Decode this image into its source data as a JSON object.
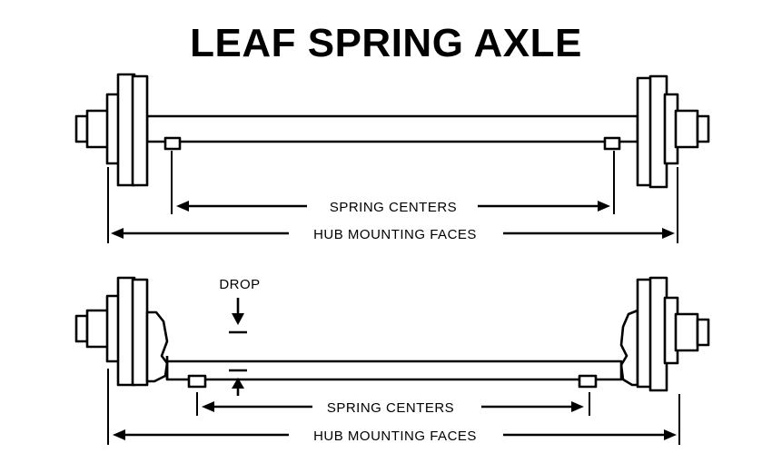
{
  "title": "LEAF SPRING AXLE",
  "straight_axle": {
    "spring_centers_label": "SPRING CENTERS",
    "hub_faces_label": "HUB MOUNTING FACES"
  },
  "drop_axle": {
    "drop_label": "DROP",
    "spring_centers_label": "SPRING CENTERS",
    "hub_faces_label": "HUB MOUNTING FACES"
  }
}
